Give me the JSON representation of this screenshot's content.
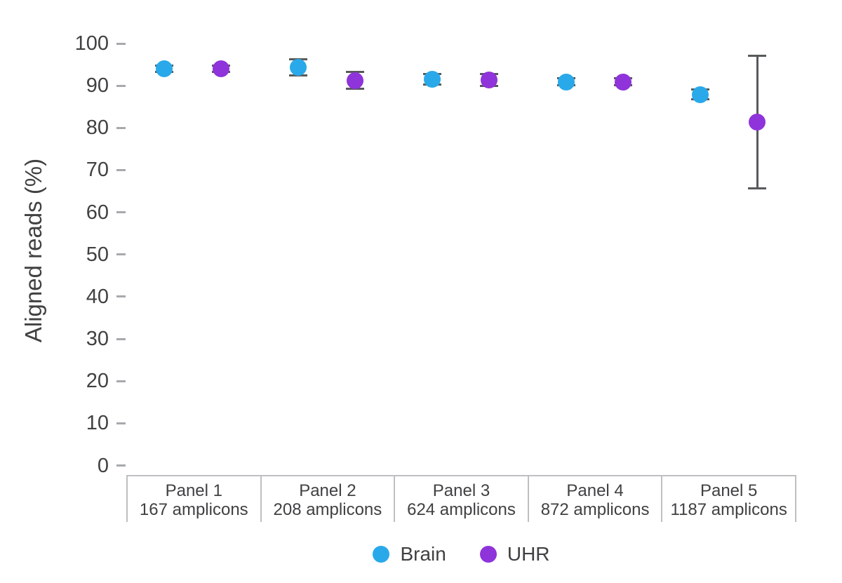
{
  "chart_data": {
    "type": "scatter",
    "title": "",
    "ylabel": "Aligned reads (%)",
    "xlabel": "",
    "ylim": [
      0,
      100
    ],
    "yticks": [
      0,
      10,
      20,
      30,
      40,
      50,
      60,
      70,
      80,
      90,
      100
    ],
    "grid": false,
    "legend_position": "bottom",
    "categories": [
      {
        "panel": "Panel 1",
        "amplicons": "167 amplicons"
      },
      {
        "panel": "Panel 2",
        "amplicons": "208 amplicons"
      },
      {
        "panel": "Panel 3",
        "amplicons": "624 amplicons"
      },
      {
        "panel": "Panel 4",
        "amplicons": "872 amplicons"
      },
      {
        "panel": "Panel 5",
        "amplicons": "1187 amplicons"
      }
    ],
    "series": [
      {
        "name": "Brain",
        "color": "#29a9ea",
        "values": [
          94.0,
          94.4,
          91.5,
          90.9,
          87.9
        ],
        "errors": [
          0.8,
          1.9,
          1.3,
          0.8,
          1.2
        ]
      },
      {
        "name": "UHR",
        "color": "#8f33da",
        "values": [
          94.0,
          91.2,
          91.3,
          90.9,
          81.4
        ],
        "errors": [
          0.8,
          2.0,
          1.4,
          0.8,
          15.7
        ]
      }
    ]
  },
  "colors": {
    "error_bar": "#58595b",
    "axis_tick": "#a7a9ac",
    "table_border": "#bdbfc1",
    "text": "#414042",
    "background": "#ffffff"
  }
}
